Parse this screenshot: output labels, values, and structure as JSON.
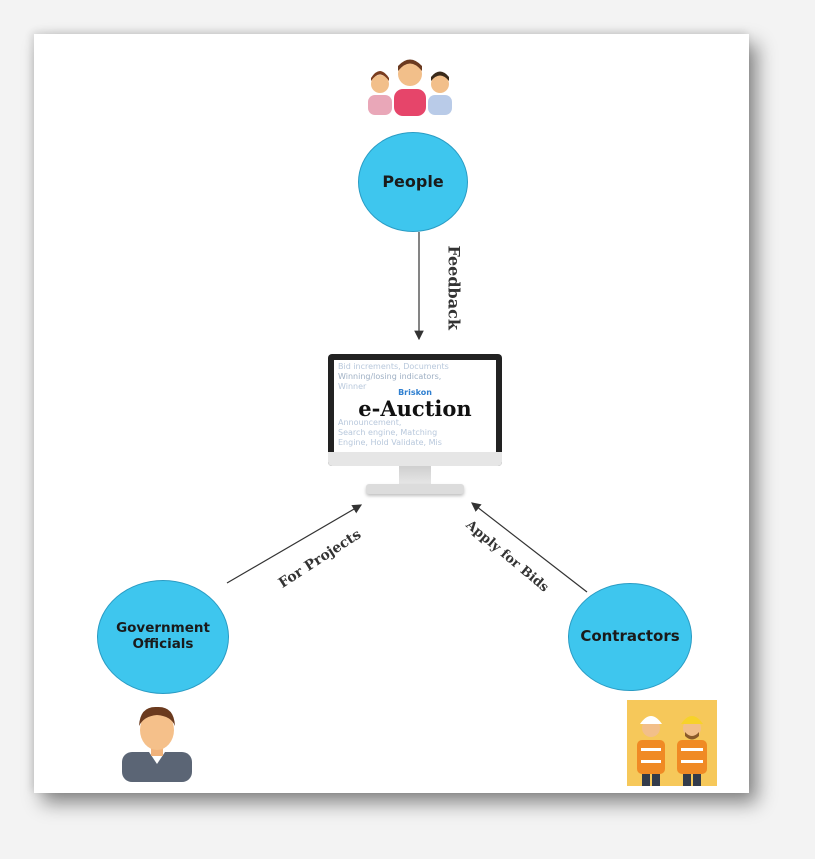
{
  "nodes": {
    "people": "People",
    "government": [
      "Government",
      "Officials"
    ],
    "contractors": "Contractors"
  },
  "edges": {
    "feedback": "Feedback",
    "for_projects": "For Projects",
    "apply_for_bids": "Apply for Bids"
  },
  "monitor": {
    "brand": "Briskon",
    "title": "e-Auction",
    "background_text": [
      "Bid increments, Documents",
      "Winning/losing indicators,",
      "Winner",
      "Announcement,",
      "Search engine, Matching",
      "Engine, Hold Validate, Mis"
    ]
  },
  "icons": {
    "people": "group-of-people-icon",
    "government": "official-person-icon",
    "contractors": "construction-workers-icon"
  },
  "colors": {
    "node_fill": "#3ec6ee",
    "arrow": "#333333"
  }
}
